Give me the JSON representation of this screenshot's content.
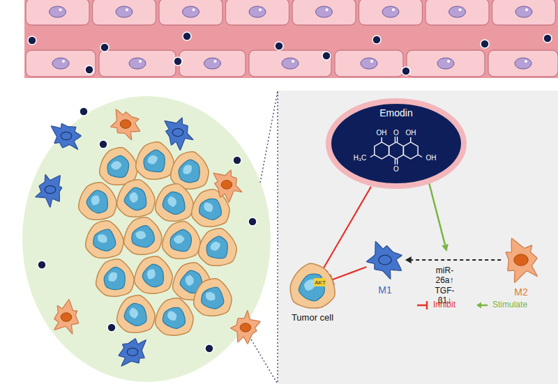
{
  "diagram": {
    "nodes": [
      {
        "text": [
          "Emodin"
        ]
      },
      {
        "text": [
          "Tumor cell"
        ]
      },
      {
        "text": [
          "M1"
        ]
      },
      {
        "text": [
          "M2"
        ]
      }
    ],
    "edges": [
      {
        "from": 0,
        "to": 1,
        "arrow": "to"
      },
      {
        "from": 2,
        "to": 1,
        "arrow": "to"
      },
      {
        "from": 3,
        "to": 2,
        "arrow": "to",
        "label": "miR-26a↑ TGF-β1↓"
      }
    ],
    "labels": [
      "OH",
      "O",
      "OH",
      "OH",
      "H₃C",
      "O",
      "AKT"
    ],
    "legend": [
      {
        "text": "Inhibit"
      },
      {
        "text": "Stimulate"
      }
    ]
  }
}
